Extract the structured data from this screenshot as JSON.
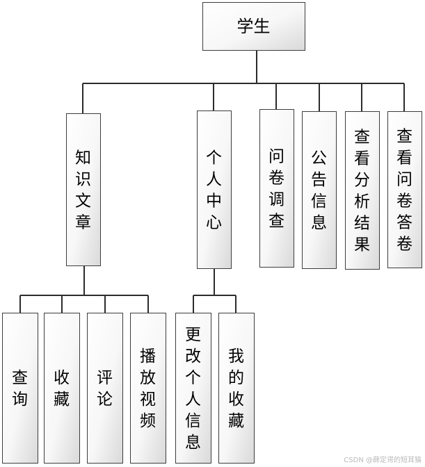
{
  "diagram": {
    "root": "学生",
    "level1": [
      "知识文章",
      "个人中心",
      "问卷调查",
      "公告信息",
      "查看分析结果",
      "查看问卷答卷"
    ],
    "knowledge_children": [
      "查询",
      "收藏",
      "评论",
      "播放视频"
    ],
    "personal_children": [
      "更改个人信息",
      "我的收藏"
    ]
  },
  "watermark": "CSDN @薛定谔的短耳猫"
}
